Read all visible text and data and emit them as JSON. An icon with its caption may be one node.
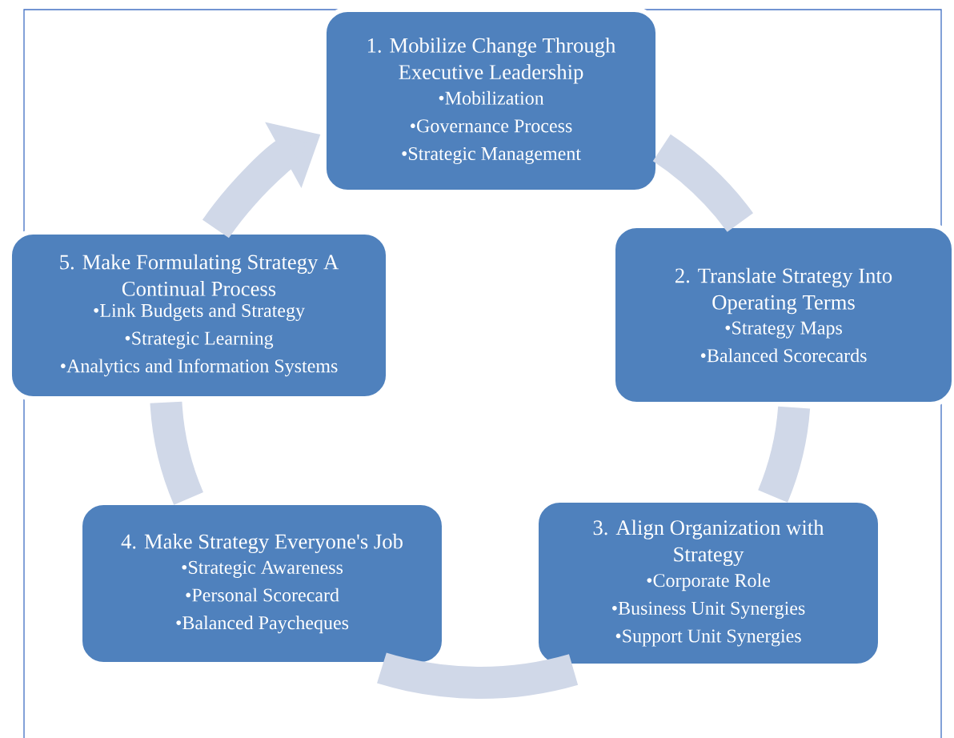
{
  "diagram": {
    "nodes": [
      {
        "text": [
          "1. Mobilize Change Through Executive Leadership",
          "•Mobilization",
          "•Governance Process",
          "•Strategic Management"
        ]
      },
      {
        "text": [
          "2. Translate Strategy Into Operating Terms",
          "•Strategy Maps",
          "•Balanced Scorecards"
        ]
      },
      {
        "text": [
          "3. Align Organization with Strategy",
          "•Corporate Role",
          "•Business Unit Synergies",
          "•Support Unit Synergies"
        ]
      },
      {
        "text": [
          "4. Make Strategy Everyone's Job",
          "•Strategic Awareness",
          "•Personal Scorecard",
          "•Balanced Paycheques"
        ]
      },
      {
        "text": [
          "5. Make Formulating Strategy A Continual Process",
          "•Link Budgets and Strategy",
          "•Strategic Learning",
          "•Analytics and Information Systems"
        ]
      }
    ],
    "edges": [
      {
        "from": 0,
        "to": 1,
        "arrow": "none"
      },
      {
        "from": 1,
        "to": 2,
        "arrow": "none"
      },
      {
        "from": 2,
        "to": 3,
        "arrow": "none"
      },
      {
        "from": 3,
        "to": 4,
        "arrow": "none"
      },
      {
        "from": 4,
        "to": 0,
        "arrow": "to"
      }
    ]
  }
}
